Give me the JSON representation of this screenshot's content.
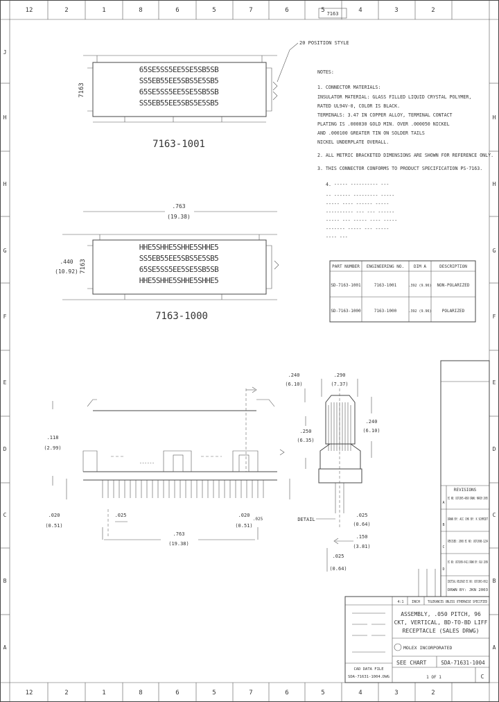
{
  "border": {
    "zone_numbers": [
      "12",
      "2",
      "1",
      "8",
      "6",
      "5",
      "7",
      "6",
      "5",
      "4",
      "3",
      "2"
    ],
    "zone_letters_left": [
      "J",
      "H",
      "H",
      "G",
      "F",
      "E",
      "D",
      "C",
      "B",
      "A"
    ],
    "zone_letters_right": [
      "H",
      "H",
      "G",
      "F",
      "E",
      "D",
      "C",
      "B",
      "A"
    ]
  },
  "top_title_box": "7163",
  "views": {
    "top_label": "7163-1001",
    "bottom_label": "7163-1000",
    "leader_label": "20 POSITION STYLE",
    "side_label": "7163",
    "dim_overall": ".763",
    "dim_overall_mm": "(19.38)",
    "dim_height": ".440",
    "dim_height_mm": "(10.92)",
    "pin_rows": [
      "65SE5SS5EE5SE5SB5SB",
      "SS5EB55EE5SBS5E5SB5",
      "65SE5SS5EE5SE5SB5SB",
      "SS5EB55EE5SBS5E5SB5"
    ],
    "pin_rows_lower": [
      "HHE5SHHE5SHHE5SHHE5",
      "SS5EB55EE5SBS5E5SB5",
      "65SE5SS5EE5SE5SB5SB",
      "HHE5SHHE5SHHE5SHHE5"
    ]
  },
  "notes": {
    "heading": "NOTES:",
    "lines": [
      "1. CONNECTOR MATERIALS:",
      "   INSULATOR MATERIAL: GLASS FILLED LIQUID CRYSTAL POLYMER,",
      "   RATED UL94V-0, COLOR IS BLACK.",
      "   TERMINALS: 3.47 IN COPPER ALLOY, TERMINAL CONTACT",
      "   PLATING IS .000030 GOLD MIN. OVER .000050 NICKEL",
      "   AND .000100 GREATER TIN ON SOLDER TAILS",
      "   NICKEL UNDERPLATE OVERALL.",
      "2. ALL METRIC BRACKETED DIMENSIONS ARE SHOWN FOR REFERENCE ONLY.",
      "3. THIS CONNECTOR CONFORMS TO PRODUCT SPECIFICATION PS-7163."
    ],
    "sub_lines": [
      "4. ----- ---------- ---",
      "   -- ------ --------- -----",
      "   ----- ---- ------ -----",
      "   ---------- --- --- ------",
      "   ----- --- ----- ---- -----",
      "   ------- ----- --- -----",
      "   ---- ---"
    ]
  },
  "part_table": {
    "headers": [
      "PART NUMBER",
      "ENGINEERING NO.",
      "DIM A",
      "DESCRIPTION"
    ],
    "rows": [
      [
        "SD-7163-1001",
        "7163-1001",
        ".392 (9.96)",
        "NON-POLARIZED"
      ],
      [
        "SD-7163-1000",
        "7163-1000",
        ".392 (9.96)",
        "POLARIZED"
      ]
    ]
  },
  "side_view": {
    "dim_left": ".118",
    "dim_left_mm": "(2.99)",
    "dim_pitch": ".020",
    "dim_pitch_mm": "(0.51)",
    "dim_pitch2": ".025",
    "dim_length": ".763",
    "dim_length_mm": "(19.38)",
    "dim_pitch_r": ".020",
    "dim_pitch_r_mm": "(0.51)",
    "dim_pitch_r2": ".025",
    "slot_label": "------"
  },
  "end_view": {
    "dim_top": ".240",
    "dim_top_mm": "(6.10)",
    "dim_width": ".290",
    "dim_width_mm": "(7.37)",
    "dim_height": ".250",
    "dim_height_mm": "(6.35)",
    "dim_side": ".240",
    "dim_side_mm": "(6.10)",
    "dim_base": ".025",
    "dim_base_mm": "(0.64)",
    "dim_tail": ".150",
    "dim_tail_mm": "(3.81)",
    "dim_small": ".025",
    "dim_small_mm": "(0.64)",
    "detail_label": "DETAIL"
  },
  "revision_block": {
    "heading": "REVISIONS",
    "entries": [
      "EC NO: UCP2005-4899 DRWN: MARCH 2005",
      "DRWN BY: ACC CHK BY: K SCHMIDT",
      "REVISED: 2008 EC NO: UCP2008-1234",
      "EC NO: UCP2009-0411 DRWN BY: RLK 2009",
      "INITIAL RELEASE EC NO: UCP2003-0012",
      "DRWN BY: JKN 2003"
    ],
    "letters": [
      "A",
      "B",
      "C",
      "D"
    ]
  },
  "title_block": {
    "description": [
      "ASSEMBLY, .050 PITCH, 96",
      "CKT, VERTICAL, BD-TO-BD LIFF",
      "RECEPTACLE (SALES DRWG)"
    ],
    "company": "MOLEX INCORPORATED",
    "drawing_no_label": "SEE CHART",
    "drawing_no": "SDA-71631-1004",
    "sheet": "1 OF 1",
    "scale": "4:1",
    "size": "C",
    "units": "INCH",
    "format": "TOLERANCES UNLESS OTHERWISE SPECIFIED",
    "cad_label": "CAD DATA FILE",
    "cad_file": "SDA-71631-1004.DWG"
  }
}
